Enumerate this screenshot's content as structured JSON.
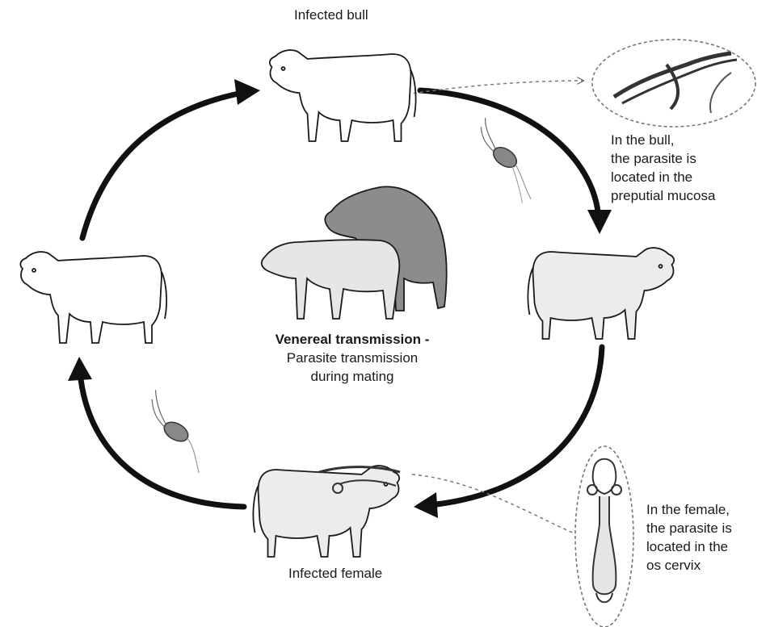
{
  "labels": {
    "infected_bull": "Infected bull",
    "infected_female": "Infected female",
    "center_title": "Venereal transmission -",
    "center_line1": "Parasite transmission",
    "center_line2": "during mating",
    "bull_note_1": "In the bull,",
    "bull_note_2": "the parasite is",
    "bull_note_3": "located in the",
    "bull_note_4": "preputial mucosa",
    "female_note_1": "In the female,",
    "female_note_2": "the parasite is",
    "female_note_3": "located in the",
    "female_note_4": "os cervix"
  },
  "colors": {
    "line": "#1a1a1a",
    "cow_fill": "#ffffff",
    "light_fill": "#e6e6e6",
    "dark_fill": "#8c8c8c",
    "dashed": "#777777"
  }
}
